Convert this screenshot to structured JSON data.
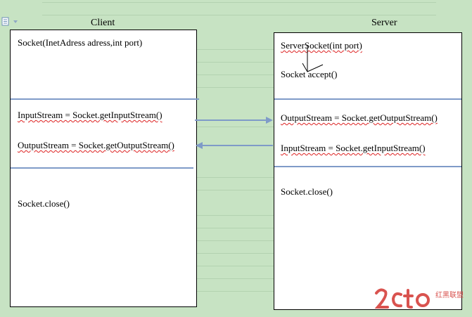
{
  "client": {
    "title": "Client",
    "socket_ctor": "Socket(InetAdress adress,int port)",
    "input_stream": "InputStream = Socket.getInputStream()",
    "output_stream": "OutputStream = Socket.getOutputStream()",
    "close": "Socket.close()"
  },
  "server": {
    "title": "Server",
    "server_socket": "ServerSocket(int port)",
    "accept": "Socket accept()",
    "output_stream": "OutputStream = Socket.getOutputStream()",
    "input_stream": "InputStream = Socket.getInputStream()",
    "close": "Socket.close()"
  },
  "watermark": {
    "logo": "2cto",
    "tagline": "红黑联盟",
    "color": "#d9534f"
  },
  "colors": {
    "background": "#c7e3c3",
    "separator": "#7f9bc8",
    "arrow": "#7f9bc8",
    "squiggle": "#dd2222"
  }
}
